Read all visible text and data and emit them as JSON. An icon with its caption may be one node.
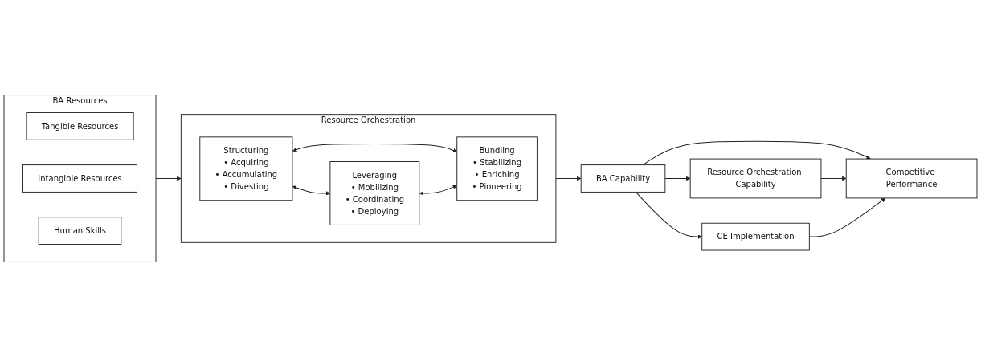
{
  "diagram": {
    "nodes": [
      {
        "text": [
          "BA Resources"
        ]
      },
      {
        "text": [
          "Tangible Resources"
        ],
        "in": 0
      },
      {
        "text": [
          "Intangible Resources"
        ],
        "in": 0
      },
      {
        "text": [
          "Human Skills"
        ],
        "in": 0
      },
      {
        "text": [
          "Resource Orchestration"
        ]
      },
      {
        "text": [
          "Structuring",
          "• Acquiring",
          "• Accumulating",
          "• Divesting"
        ],
        "in": 4
      },
      {
        "text": [
          "Leveraging",
          "• Mobilizing",
          "• Coordinating",
          "• Deploying"
        ],
        "in": 4
      },
      {
        "text": [
          "Bundling",
          "• Stabilizing",
          "• Enriching",
          "• Pioneering"
        ],
        "in": 4
      },
      {
        "text": [
          "BA Capability"
        ]
      },
      {
        "text": [
          "Resource Orchestration Capability"
        ]
      },
      {
        "text": [
          "Competitive Performance"
        ]
      },
      {
        "text": [
          "CE Implementation"
        ]
      }
    ],
    "edges": [
      {
        "from": 0,
        "to": 4,
        "arrow": "to"
      },
      {
        "from": 5,
        "to": 6,
        "arrow": "both"
      },
      {
        "from": 5,
        "to": 7,
        "arrow": "both"
      },
      {
        "from": 6,
        "to": 7,
        "arrow": "both"
      },
      {
        "from": 4,
        "to": 8,
        "arrow": "to"
      },
      {
        "from": 8,
        "to": 9,
        "arrow": "to"
      },
      {
        "from": 8,
        "to": 10,
        "arrow": "to"
      },
      {
        "from": 8,
        "to": 11,
        "arrow": "to"
      },
      {
        "from": 9,
        "to": 10,
        "arrow": "to"
      },
      {
        "from": 11,
        "to": 10,
        "arrow": "to"
      }
    ]
  }
}
